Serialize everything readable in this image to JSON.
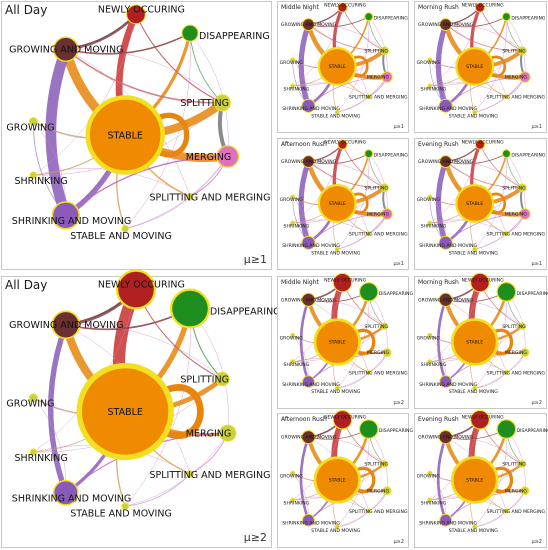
{
  "node_labels": {
    "NO": "NEWLY OCCURING",
    "DI": "DISAPPEARING",
    "GM": "GROWING AND MOVING",
    "GR": "GROWING",
    "ST": "STABLE",
    "SP": "SPLITTING",
    "ME": "MERGING",
    "SH": "SHRINKING",
    "SHM": "SHRINKING AND MOVING",
    "SPM": "SPLITTING AND MERGING",
    "STM": "STABLE AND MOVING"
  },
  "colors": {
    "panel_border": "#c8c8c8",
    "node_ring": "#f2e020",
    "stable": "#f08a00",
    "newly": "#b02020",
    "disappearing": "#1e8f1e",
    "growing_moving": "#6b3030",
    "shrinking_moving": "#8a5ab8",
    "merging": "#e070c0",
    "small_node": "#c8d040"
  },
  "panels": [
    {
      "id": "p1",
      "title": "All Day",
      "threshold": "μ≥1",
      "size": "large"
    },
    {
      "id": "p2",
      "title": "Middle Night",
      "threshold": "μ≥1",
      "size": "small"
    },
    {
      "id": "p3",
      "title": "Morning Rush",
      "threshold": "μ≥1",
      "size": "small"
    },
    {
      "id": "p4",
      "title": "Afternoon Rush",
      "threshold": "μ≥1",
      "size": "small"
    },
    {
      "id": "p5",
      "title": "Evening Rush",
      "threshold": "μ≥1",
      "size": "small"
    },
    {
      "id": "p6",
      "title": "All Day",
      "threshold": "μ≥2",
      "size": "large"
    },
    {
      "id": "p7",
      "title": "Middle Night",
      "threshold": "μ≥2",
      "size": "small"
    },
    {
      "id": "p8",
      "title": "Morning Rush",
      "threshold": "μ≥2",
      "size": "small"
    },
    {
      "id": "p9",
      "title": "Afternoon Rush",
      "threshold": "μ≥2",
      "size": "small"
    },
    {
      "id": "p10",
      "title": "Evening Rush",
      "threshold": "μ≥2",
      "size": "small"
    }
  ]
}
